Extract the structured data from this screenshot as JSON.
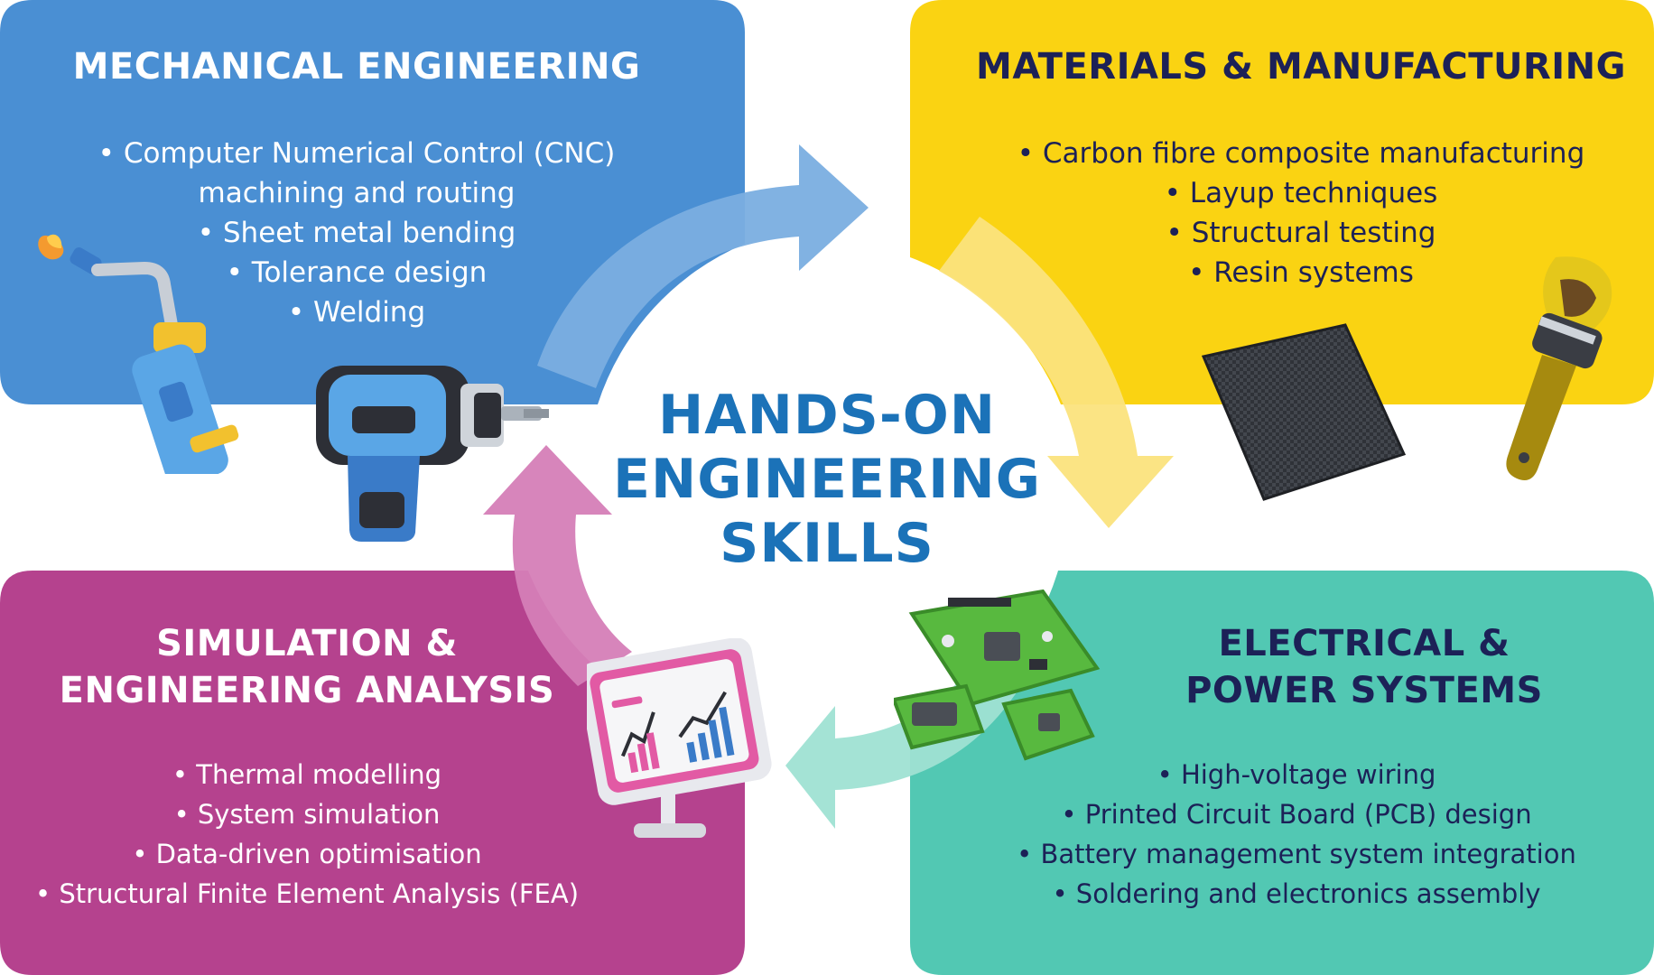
{
  "colors": {
    "mechanical": "#4a8fd3",
    "materials": "#fad312",
    "simulation": "#b5428e",
    "electrical": "#52c8b3",
    "center_title": "#1b72b8",
    "dark_heading": "#1c2157",
    "arrow_blue": "#7aaee0",
    "arrow_yellow": "#fbe37d",
    "arrow_pink": "#d57eb7",
    "arrow_teal": "#9fe1d3"
  },
  "center": {
    "lines": [
      "HANDS-ON",
      "ENGINEERING",
      "SKILLS"
    ]
  },
  "mechanical": {
    "title": "MECHANICAL ENGINEERING",
    "items": [
      "Computer Numerical Control (CNC)",
      "Sheet metal bending",
      "Tolerance design",
      "Welding"
    ],
    "item0_continuation": "machining and routing",
    "icons": [
      "welding-torch-icon",
      "power-drill-icon"
    ]
  },
  "materials": {
    "title": "MATERIALS & MANUFACTURING",
    "items": [
      "Carbon fibre composite manufacturing",
      "Layup techniques",
      "Structural testing",
      "Resin systems"
    ],
    "icons": [
      "carbon-fibre-sheet-icon",
      "paint-brush-icon"
    ]
  },
  "simulation": {
    "title_lines": [
      "SIMULATION &",
      "ENGINEERING ANALYSIS"
    ],
    "items": [
      "Thermal modelling",
      "System simulation",
      "Data-driven optimisation",
      "Structural Finite Element Analysis (FEA)"
    ],
    "icons": [
      "analytics-board-icon"
    ]
  },
  "electrical": {
    "title_lines": [
      "ELECTRICAL &",
      "POWER SYSTEMS"
    ],
    "items": [
      "High-voltage wiring",
      "Printed Circuit Board (PCB) design",
      "Battery management system integration",
      "Soldering and electronics assembly"
    ],
    "icons": [
      "circuit-boards-icon"
    ]
  }
}
